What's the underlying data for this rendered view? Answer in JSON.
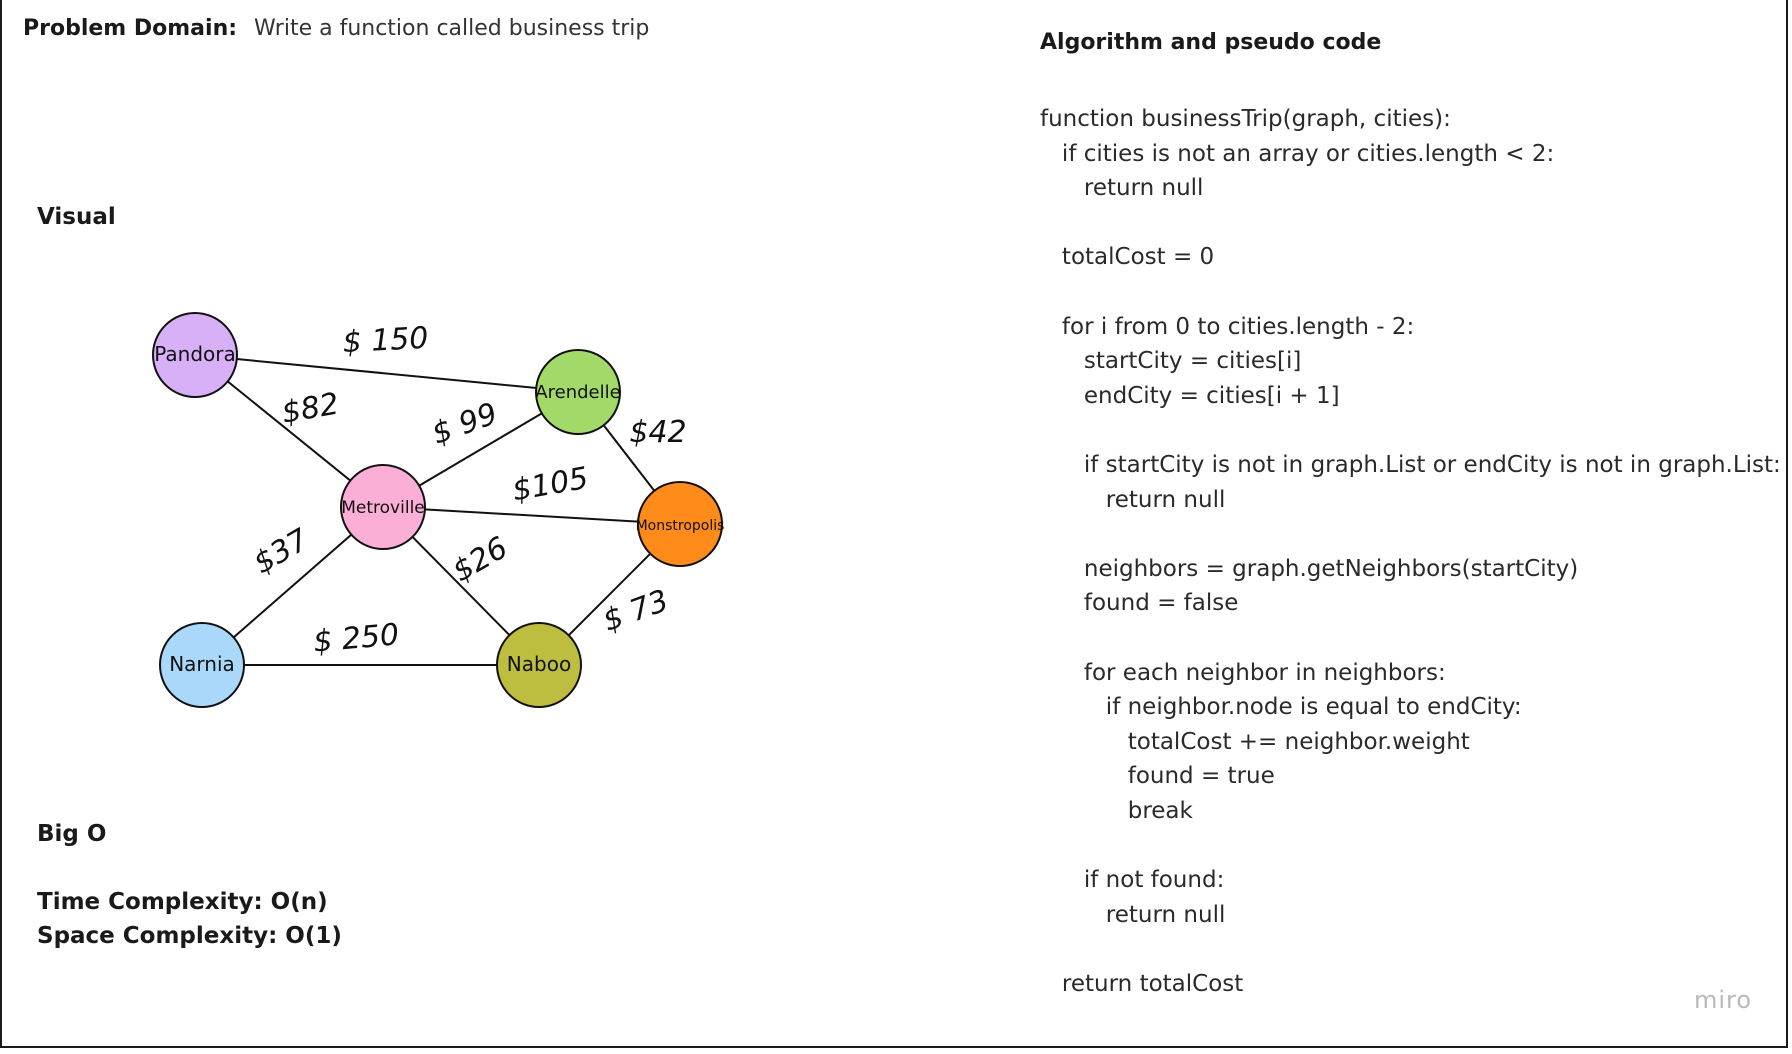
{
  "problem": {
    "label": "Problem Domain:",
    "text": "Write a function called business trip"
  },
  "visual": {
    "title": "Visual"
  },
  "graph": {
    "nodes": [
      {
        "id": "pandora",
        "label": "Pandora",
        "color": "#d8b0f8"
      },
      {
        "id": "arendelle",
        "label": "Arendelle",
        "color": "#a3d968"
      },
      {
        "id": "metroville",
        "label": "Metroville",
        "color": "#fbaed6"
      },
      {
        "id": "monstropolis",
        "label": "Monstropolis",
        "color": "#ff8c1a"
      },
      {
        "id": "narnia",
        "label": "Narnia",
        "color": "#a9d8fb"
      },
      {
        "id": "naboo",
        "label": "Naboo",
        "color": "#bdbd40"
      }
    ],
    "edges": [
      {
        "from": "pandora",
        "to": "arendelle",
        "label": "$ 150"
      },
      {
        "from": "pandora",
        "to": "metroville",
        "label": "$82"
      },
      {
        "from": "arendelle",
        "to": "metroville",
        "label": "$ 99"
      },
      {
        "from": "arendelle",
        "to": "monstropolis",
        "label": "$42"
      },
      {
        "from": "metroville",
        "to": "monstropolis",
        "label": "$105"
      },
      {
        "from": "metroville",
        "to": "narnia",
        "label": "$37"
      },
      {
        "from": "metroville",
        "to": "naboo",
        "label": "$26"
      },
      {
        "from": "narnia",
        "to": "naboo",
        "label": "$ 250"
      },
      {
        "from": "naboo",
        "to": "monstropolis",
        "label": "$ 73"
      }
    ]
  },
  "bigo": {
    "title": "Big O",
    "time": "Time Complexity: O(n)",
    "space": "Space Complexity: O(1)"
  },
  "algorithm": {
    "title": "Algorithm and pseudo code",
    "lines": [
      "function businessTrip(graph, cities):",
      "   if cities is not an array or cities.length < 2:",
      "      return null",
      "",
      "   totalCost = 0",
      "",
      "   for i from 0 to cities.length - 2:",
      "      startCity = cities[i]",
      "      endCity = cities[i + 1]",
      "",
      "      if startCity is not in graph.List or endCity is not in graph.List:",
      "         return null",
      "",
      "      neighbors = graph.getNeighbors(startCity)",
      "      found = false",
      "",
      "      for each neighbor in neighbors:",
      "         if neighbor.node is equal to endCity:",
      "            totalCost += neighbor.weight",
      "            found = true",
      "            break",
      "",
      "      if not found:",
      "         return null",
      "",
      "   return totalCost"
    ]
  },
  "watermark": "miro"
}
